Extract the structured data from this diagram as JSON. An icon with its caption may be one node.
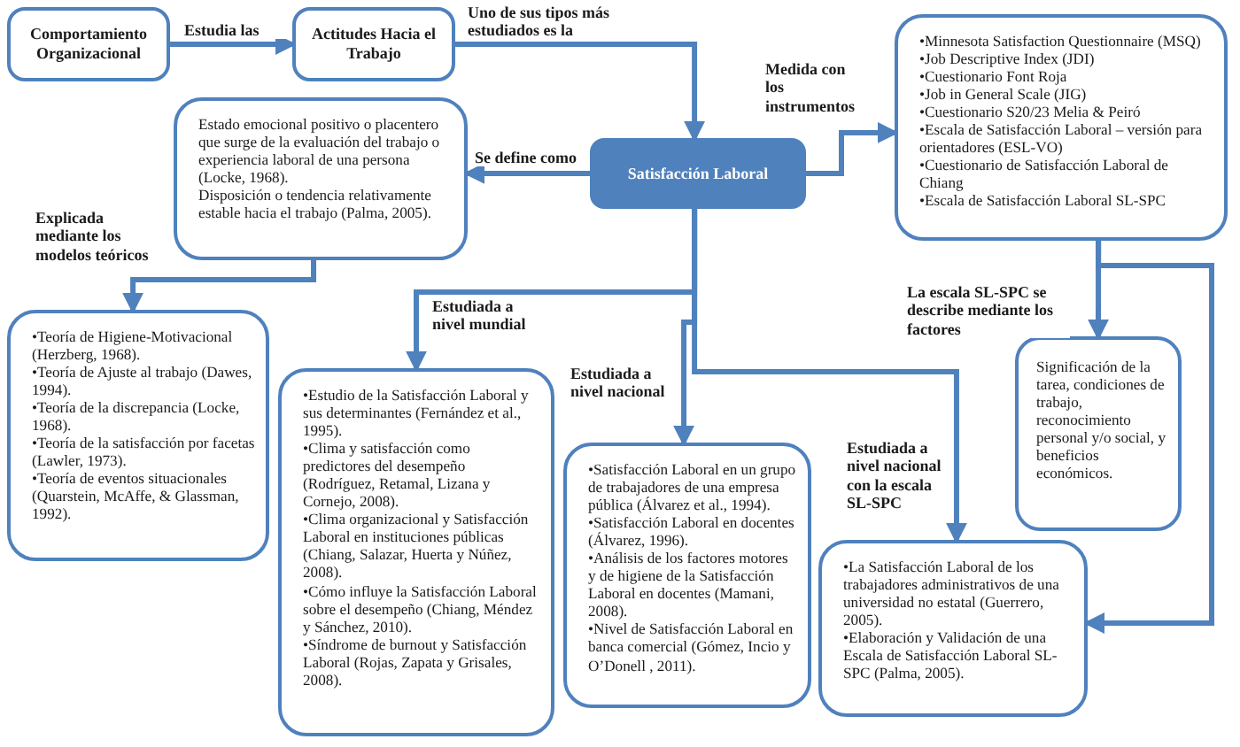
{
  "diagram": {
    "nodes": [
      {
        "text": [
          "Comportamiento Organizacional"
        ]
      },
      {
        "text": [
          "Actitudes Hacia el Trabajo"
        ]
      },
      {
        "text": [
          "Satisfacción Laboral"
        ]
      },
      {
        "text": [
          "Estado emocional positivo o placentero que surge de la evaluación del trabajo o experiencia laboral de una persona (Locke, 1968).",
          "Disposición o tendencia relativamente estable hacia el trabajo (Palma, 2005)."
        ]
      },
      {
        "text": [
          "•Minnesota Satisfaction Questionnaire (MSQ)",
          "•Job Descriptive Index (JDI)",
          "•Cuestionario Font Roja",
          "•Job in General Scale (JIG)",
          "•Cuestionario S20/23 Melia & Peiró",
          "•Escala de Satisfacción Laboral – versión para orientadores (ESL-VO)",
          "•Cuestionario de Satisfacción Laboral de Chiang",
          "•Escala de Satisfacción Laboral SL-SPC"
        ]
      },
      {
        "text": [
          "•Teoría de Higiene-Motivacional (Herzberg, 1968).",
          "•Teoría de Ajuste al trabajo (Dawes, 1994).",
          "•Teoría de la discrepancia (Locke, 1968).",
          "•Teoría de la satisfacción por facetas (Lawler, 1973).",
          "•Teoría de eventos situacionales (Quarstein, McAffe, & Glassman, 1992)."
        ]
      },
      {
        "text": [
          "•Estudio de la Satisfacción Laboral y sus determinantes (Fernández et al., 1995).",
          "•Clima y satisfacción como predictores del desempeño (Rodríguez, Retamal, Lizana y Cornejo, 2008).",
          "•Clima organizacional y Satisfacción Laboral en instituciones públicas (Chiang, Salazar, Huerta y Núñez, 2008).",
          "•Cómo influye la Satisfacción Laboral sobre el desempeño (Chiang, Méndez y Sánchez, 2010).",
          "•Síndrome de burnout y Satisfacción Laboral (Rojas, Zapata y Grisales, 2008)."
        ]
      },
      {
        "text": [
          "•Satisfacción Laboral en un grupo de trabajadores de una empresa pública (Álvarez et al., 1994).",
          "•Satisfacción Laboral en docentes (Álvarez, 1996).",
          "•Análisis de los factores motores y de higiene de la Satisfacción Laboral en docentes (Mamani, 2008).",
          "•Nivel de Satisfacción Laboral en banca comercial (Gómez, Incio y O’Donell , 2011)."
        ]
      },
      {
        "text": [
          "•La Satisfacción Laboral de los trabajadores administrativos de una universidad no estatal (Guerrero, 2005).",
          "•Elaboración y Validación de una Escala de Satisfacción Laboral SL-SPC (Palma, 2005)."
        ]
      },
      {
        "text": [
          "Significación de la tarea, condiciones de trabajo, reconocimiento personal y/o social, y beneficios económicos."
        ]
      }
    ],
    "edges": [
      {
        "from": 0,
        "to": 1,
        "arrow": "to",
        "label": "Estudia las"
      },
      {
        "from": 1,
        "to": 2,
        "arrow": "to",
        "label": "Uno de sus tipos más estudiados es la"
      },
      {
        "from": 2,
        "to": 3,
        "arrow": "to",
        "label": "Se define como"
      },
      {
        "from": 2,
        "to": 4,
        "arrow": "to",
        "label": "Medida con los instrumentos"
      },
      {
        "from": 3,
        "to": 5,
        "arrow": "to",
        "label": "Explicada mediante los modelos teóricos"
      },
      {
        "from": 2,
        "to": 6,
        "arrow": "to",
        "label": "Estudiada a nivel mundial"
      },
      {
        "from": 2,
        "to": 7,
        "arrow": "to",
        "label": "Estudiada a nivel nacional"
      },
      {
        "from": 2,
        "to": 8,
        "arrow": "to",
        "label": "Estudiada a nivel nacional con la escala SL-SPC"
      },
      {
        "from": 4,
        "to": 9,
        "arrow": "to",
        "label": "La escala SL-SPC se describe mediante los factores"
      },
      {
        "from": 4,
        "to": 8,
        "arrow": "to"
      }
    ]
  }
}
